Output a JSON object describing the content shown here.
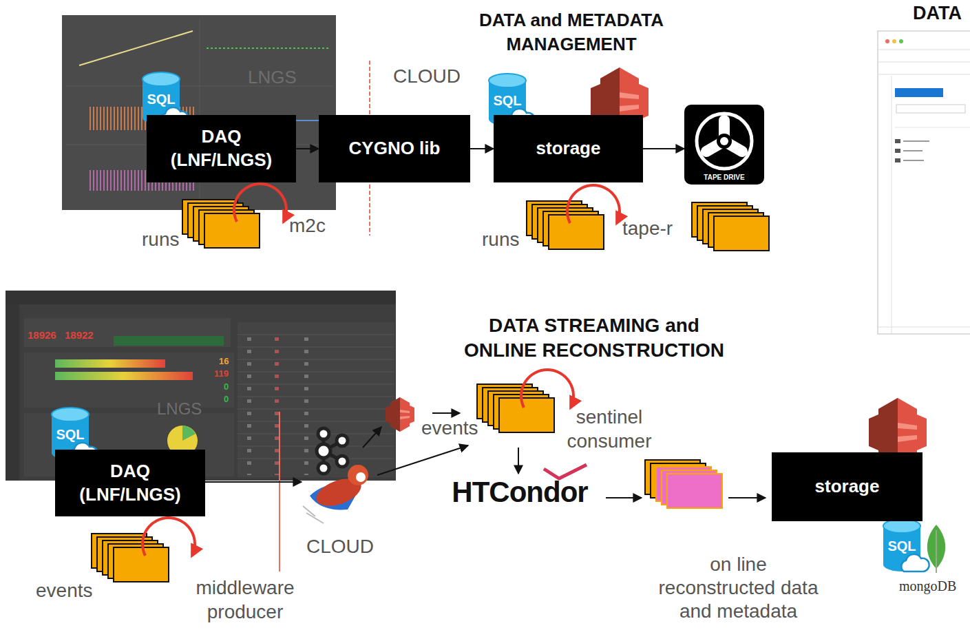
{
  "diagram": {
    "nodes": [
      {
        "text": [
          "DAQ (LNF/LNGS)"
        ]
      },
      {
        "text": [
          "CYGNO lib"
        ]
      },
      {
        "text": [
          "storage"
        ]
      },
      {
        "text": [
          "TAPE DRIVE"
        ]
      },
      {
        "text": [
          "DAQ (LNF/LNGS)"
        ]
      },
      {
        "text": [
          "HTCondor"
        ]
      },
      {
        "text": [
          "storage"
        ]
      }
    ],
    "edges": [
      {
        "from": 0,
        "to": 1,
        "arrow": "to"
      },
      {
        "from": 1,
        "to": 2,
        "arrow": "to"
      },
      {
        "from": 2,
        "to": 3,
        "arrow": "to"
      }
    ],
    "labels": [
      "DATA and METADATA MANAGEMENT",
      "CLOUD",
      "runs",
      "m2c",
      "runs",
      "tape-r",
      "DATA",
      "SQL",
      "SQL",
      "DATA STREAMING and ONLINE RECONSTRUCTION",
      "events",
      "middleware producer",
      "CLOUD",
      "events",
      "sentinel consumer",
      "on line reconstructed data and metadata",
      "mongoDB",
      "SQL",
      "SQL",
      "LNGS",
      "LNGS",
      "18926",
      "18922",
      "16",
      "119",
      "0",
      "0"
    ]
  }
}
